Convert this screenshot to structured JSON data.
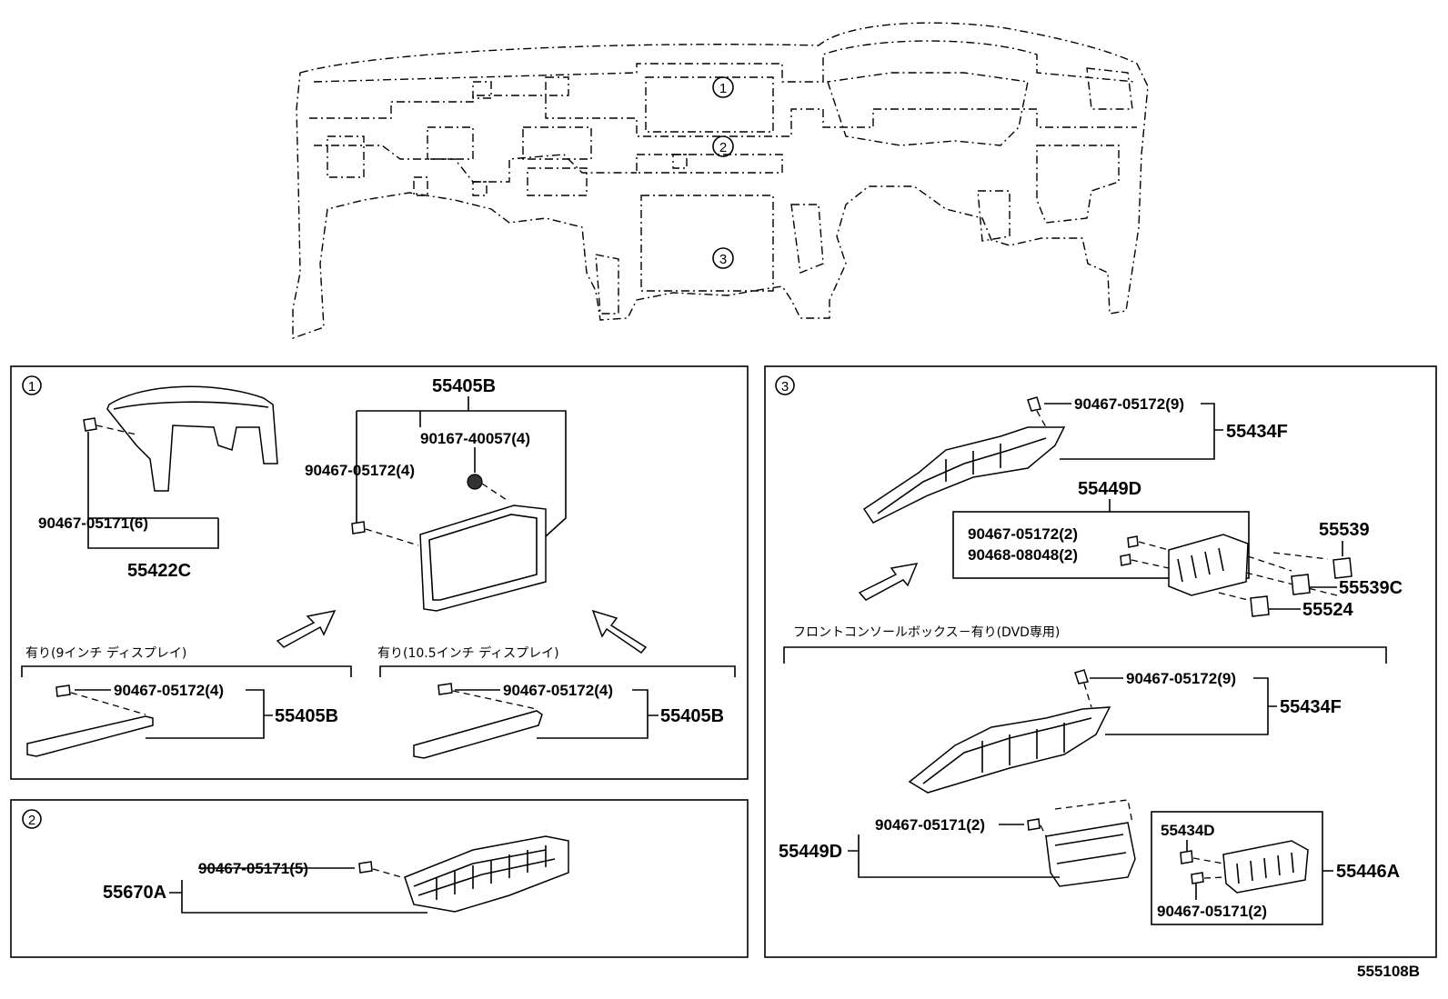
{
  "sections": {
    "s1": {
      "marker": "1"
    },
    "s2": {
      "marker": "2"
    },
    "s3": {
      "marker": "3"
    }
  },
  "overview": {
    "markers": [
      "1",
      "2",
      "3"
    ]
  },
  "parts": {
    "p55405B_top": "55405B",
    "p90167": "90167-40057(4)",
    "p90467_05172_4_top": "90467-05172(4)",
    "p90467_05171_6": "90467-05171(6)",
    "p55422C": "55422C",
    "p90467_05172_4_a": "90467-05172(4)",
    "p55405B_a": "55405B",
    "p90467_05172_4_b": "90467-05172(4)",
    "p55405B_b": "55405B",
    "p90467_05171_5": "90467-05171(5)",
    "p55670A": "55670A",
    "p90467_05172_9_a": "90467-05172(9)",
    "p55434F_a": "55434F",
    "p55449D_a": "55449D",
    "p90467_05172_2": "90467-05172(2)",
    "p90468_08048_2": "90468-08048(2)",
    "p55539": "55539",
    "p55539C": "55539C",
    "p55524": "55524",
    "p90467_05172_9_b": "90467-05172(9)",
    "p55434F_b": "55434F",
    "p90467_05171_2_a": "90467-05171(2)",
    "p55449D_b": "55449D",
    "p55434D": "55434D",
    "p55446A": "55446A",
    "p90467_05171_2_b": "90467-05171(2)"
  },
  "notes": {
    "with9": "有り(9インチ ディスプレイ)",
    "with105": "有り(10.5インチ ディスプレイ)",
    "console": "フロントコンソールボックス－有り(DVD専用)"
  },
  "figure_id": "555108B"
}
